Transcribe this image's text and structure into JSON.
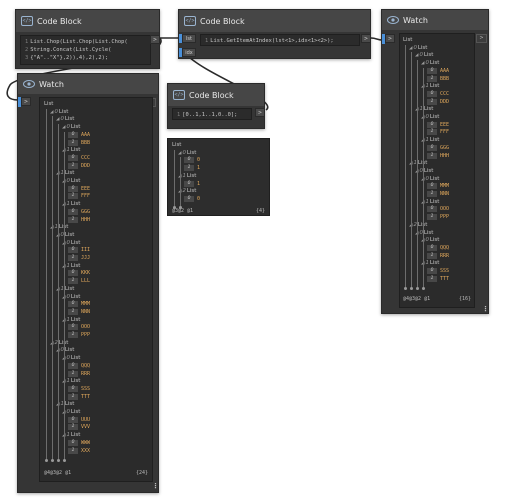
{
  "code_block_1": {
    "title": "Code Block",
    "icon": "code-block-icon",
    "lines": [
      {
        "n": "1",
        "text": "List.Chop(List.Chop(List.Chop("
      },
      {
        "n": "2",
        "text": "String.Concat(List.Cycle("
      },
      {
        "n": "3",
        "text": "{\"A\"..\"X\"},2)),4),2),2);"
      }
    ],
    "out_port": ">"
  },
  "code_block_2": {
    "title": "Code Block",
    "icon": "code-block-icon",
    "lines": [
      {
        "n": "1",
        "text": "List.GetItemAtIndex(lst<1>,idx<1><2>);"
      }
    ],
    "in_ports": [
      "lst",
      "idx"
    ],
    "out_port": ">"
  },
  "code_block_3": {
    "title": "Code Block",
    "icon": "code-block-icon",
    "lines": [
      {
        "n": "1",
        "text": "[0..1,1..1,0..0];"
      }
    ],
    "out_port": ">"
  },
  "watch_1": {
    "title": "Watch",
    "icon": "eye-icon",
    "levels": "@4@3@2 @1",
    "count": "{24}",
    "rows": [
      {
        "kind": "list",
        "indent": 0,
        "idx": "",
        "label": "List"
      },
      {
        "kind": "list",
        "indent": 1,
        "idx": "0",
        "label": "List"
      },
      {
        "kind": "list",
        "indent": 2,
        "idx": "0",
        "label": "List"
      },
      {
        "kind": "list",
        "indent": 3,
        "idx": "0",
        "label": "List"
      },
      {
        "kind": "leaf",
        "indent": 4,
        "idx": "0",
        "label": "AAA"
      },
      {
        "kind": "leaf",
        "indent": 4,
        "idx": "1",
        "label": "BBB"
      },
      {
        "kind": "list",
        "indent": 3,
        "idx": "1",
        "label": "List"
      },
      {
        "kind": "leaf",
        "indent": 4,
        "idx": "0",
        "label": "CCC"
      },
      {
        "kind": "leaf",
        "indent": 4,
        "idx": "1",
        "label": "DDD"
      },
      {
        "kind": "list",
        "indent": 2,
        "idx": "1",
        "label": "List"
      },
      {
        "kind": "list",
        "indent": 3,
        "idx": "0",
        "label": "List"
      },
      {
        "kind": "leaf",
        "indent": 4,
        "idx": "0",
        "label": "EEE"
      },
      {
        "kind": "leaf",
        "indent": 4,
        "idx": "1",
        "label": "FFF"
      },
      {
        "kind": "list",
        "indent": 3,
        "idx": "1",
        "label": "List"
      },
      {
        "kind": "leaf",
        "indent": 4,
        "idx": "0",
        "label": "GGG"
      },
      {
        "kind": "leaf",
        "indent": 4,
        "idx": "1",
        "label": "HHH"
      },
      {
        "kind": "list",
        "indent": 1,
        "idx": "1",
        "label": "List"
      },
      {
        "kind": "list",
        "indent": 2,
        "idx": "0",
        "label": "List"
      },
      {
        "kind": "list",
        "indent": 3,
        "idx": "0",
        "label": "List"
      },
      {
        "kind": "leaf",
        "indent": 4,
        "idx": "0",
        "label": "III"
      },
      {
        "kind": "leaf",
        "indent": 4,
        "idx": "1",
        "label": "JJJ"
      },
      {
        "kind": "list",
        "indent": 3,
        "idx": "1",
        "label": "List"
      },
      {
        "kind": "leaf",
        "indent": 4,
        "idx": "0",
        "label": "KKK"
      },
      {
        "kind": "leaf",
        "indent": 4,
        "idx": "1",
        "label": "LLL"
      },
      {
        "kind": "list",
        "indent": 2,
        "idx": "1",
        "label": "List"
      },
      {
        "kind": "list",
        "indent": 3,
        "idx": "0",
        "label": "List"
      },
      {
        "kind": "leaf",
        "indent": 4,
        "idx": "0",
        "label": "MMM"
      },
      {
        "kind": "leaf",
        "indent": 4,
        "idx": "1",
        "label": "NNN"
      },
      {
        "kind": "list",
        "indent": 3,
        "idx": "1",
        "label": "List"
      },
      {
        "kind": "leaf",
        "indent": 4,
        "idx": "0",
        "label": "OOO"
      },
      {
        "kind": "leaf",
        "indent": 4,
        "idx": "1",
        "label": "PPP"
      },
      {
        "kind": "list",
        "indent": 1,
        "idx": "2",
        "label": "List"
      },
      {
        "kind": "list",
        "indent": 2,
        "idx": "0",
        "label": "List"
      },
      {
        "kind": "list",
        "indent": 3,
        "idx": "0",
        "label": "List"
      },
      {
        "kind": "leaf",
        "indent": 4,
        "idx": "0",
        "label": "QQQ"
      },
      {
        "kind": "leaf",
        "indent": 4,
        "idx": "1",
        "label": "RRR"
      },
      {
        "kind": "list",
        "indent": 3,
        "idx": "1",
        "label": "List"
      },
      {
        "kind": "leaf",
        "indent": 4,
        "idx": "0",
        "label": "SSS"
      },
      {
        "kind": "leaf",
        "indent": 4,
        "idx": "1",
        "label": "TTT"
      },
      {
        "kind": "list",
        "indent": 2,
        "idx": "1",
        "label": "List"
      },
      {
        "kind": "list",
        "indent": 3,
        "idx": "0",
        "label": "List"
      },
      {
        "kind": "leaf",
        "indent": 4,
        "idx": "0",
        "label": "UUU"
      },
      {
        "kind": "leaf",
        "indent": 4,
        "idx": "1",
        "label": "VVV"
      },
      {
        "kind": "list",
        "indent": 3,
        "idx": "1",
        "label": "List"
      },
      {
        "kind": "leaf",
        "indent": 4,
        "idx": "0",
        "label": "WWW"
      },
      {
        "kind": "leaf",
        "indent": 4,
        "idx": "1",
        "label": "XXX"
      }
    ]
  },
  "watch_preview": {
    "levels": "@3@2 @1",
    "count": "{4}",
    "rows": [
      {
        "kind": "list",
        "indent": 0,
        "idx": "",
        "label": "List"
      },
      {
        "kind": "list",
        "indent": 1,
        "idx": "0",
        "label": "List"
      },
      {
        "kind": "leaf",
        "indent": 2,
        "idx": "0",
        "label": "0"
      },
      {
        "kind": "leaf",
        "indent": 2,
        "idx": "1",
        "label": "1"
      },
      {
        "kind": "list",
        "indent": 1,
        "idx": "1",
        "label": "List"
      },
      {
        "kind": "leaf",
        "indent": 2,
        "idx": "0",
        "label": "1"
      },
      {
        "kind": "list",
        "indent": 1,
        "idx": "2",
        "label": "List"
      },
      {
        "kind": "leaf",
        "indent": 2,
        "idx": "0",
        "label": "0"
      }
    ]
  },
  "watch_2": {
    "title": "Watch",
    "icon": "eye-icon",
    "levels": "@4@3@2 @1",
    "count": "{16}",
    "rows": [
      {
        "kind": "list",
        "indent": 0,
        "idx": "",
        "label": "List"
      },
      {
        "kind": "list",
        "indent": 1,
        "idx": "0",
        "label": "List"
      },
      {
        "kind": "list",
        "indent": 2,
        "idx": "0",
        "label": "List"
      },
      {
        "kind": "list",
        "indent": 3,
        "idx": "0",
        "label": "List"
      },
      {
        "kind": "leaf",
        "indent": 4,
        "idx": "0",
        "label": "AAA"
      },
      {
        "kind": "leaf",
        "indent": 4,
        "idx": "1",
        "label": "BBB"
      },
      {
        "kind": "list",
        "indent": 3,
        "idx": "1",
        "label": "List"
      },
      {
        "kind": "leaf",
        "indent": 4,
        "idx": "0",
        "label": "CCC"
      },
      {
        "kind": "leaf",
        "indent": 4,
        "idx": "1",
        "label": "DDD"
      },
      {
        "kind": "list",
        "indent": 2,
        "idx": "1",
        "label": "List"
      },
      {
        "kind": "list",
        "indent": 3,
        "idx": "0",
        "label": "List"
      },
      {
        "kind": "leaf",
        "indent": 4,
        "idx": "0",
        "label": "EEE"
      },
      {
        "kind": "leaf",
        "indent": 4,
        "idx": "1",
        "label": "FFF"
      },
      {
        "kind": "list",
        "indent": 3,
        "idx": "1",
        "label": "List"
      },
      {
        "kind": "leaf",
        "indent": 4,
        "idx": "0",
        "label": "GGG"
      },
      {
        "kind": "leaf",
        "indent": 4,
        "idx": "1",
        "label": "HHH"
      },
      {
        "kind": "list",
        "indent": 1,
        "idx": "1",
        "label": "List"
      },
      {
        "kind": "list",
        "indent": 2,
        "idx": "0",
        "label": "List"
      },
      {
        "kind": "list",
        "indent": 3,
        "idx": "0",
        "label": "List"
      },
      {
        "kind": "leaf",
        "indent": 4,
        "idx": "0",
        "label": "MMM"
      },
      {
        "kind": "leaf",
        "indent": 4,
        "idx": "1",
        "label": "NNN"
      },
      {
        "kind": "list",
        "indent": 3,
        "idx": "1",
        "label": "List"
      },
      {
        "kind": "leaf",
        "indent": 4,
        "idx": "0",
        "label": "OOO"
      },
      {
        "kind": "leaf",
        "indent": 4,
        "idx": "1",
        "label": "PPP"
      },
      {
        "kind": "list",
        "indent": 1,
        "idx": "2",
        "label": "List"
      },
      {
        "kind": "list",
        "indent": 2,
        "idx": "0",
        "label": "List"
      },
      {
        "kind": "list",
        "indent": 3,
        "idx": "0",
        "label": "List"
      },
      {
        "kind": "leaf",
        "indent": 4,
        "idx": "0",
        "label": "QQQ"
      },
      {
        "kind": "leaf",
        "indent": 4,
        "idx": "1",
        "label": "RRR"
      },
      {
        "kind": "list",
        "indent": 3,
        "idx": "1",
        "label": "List"
      },
      {
        "kind": "leaf",
        "indent": 4,
        "idx": "0",
        "label": "SSS"
      },
      {
        "kind": "leaf",
        "indent": 4,
        "idx": "1",
        "label": "TTT"
      }
    ]
  },
  "colors": {
    "node_bg": "#353535",
    "header_bg": "#464646",
    "leaf_value": "#e0a85c",
    "wire": "#2b2b2b",
    "port_accent": "#4a90d9"
  }
}
